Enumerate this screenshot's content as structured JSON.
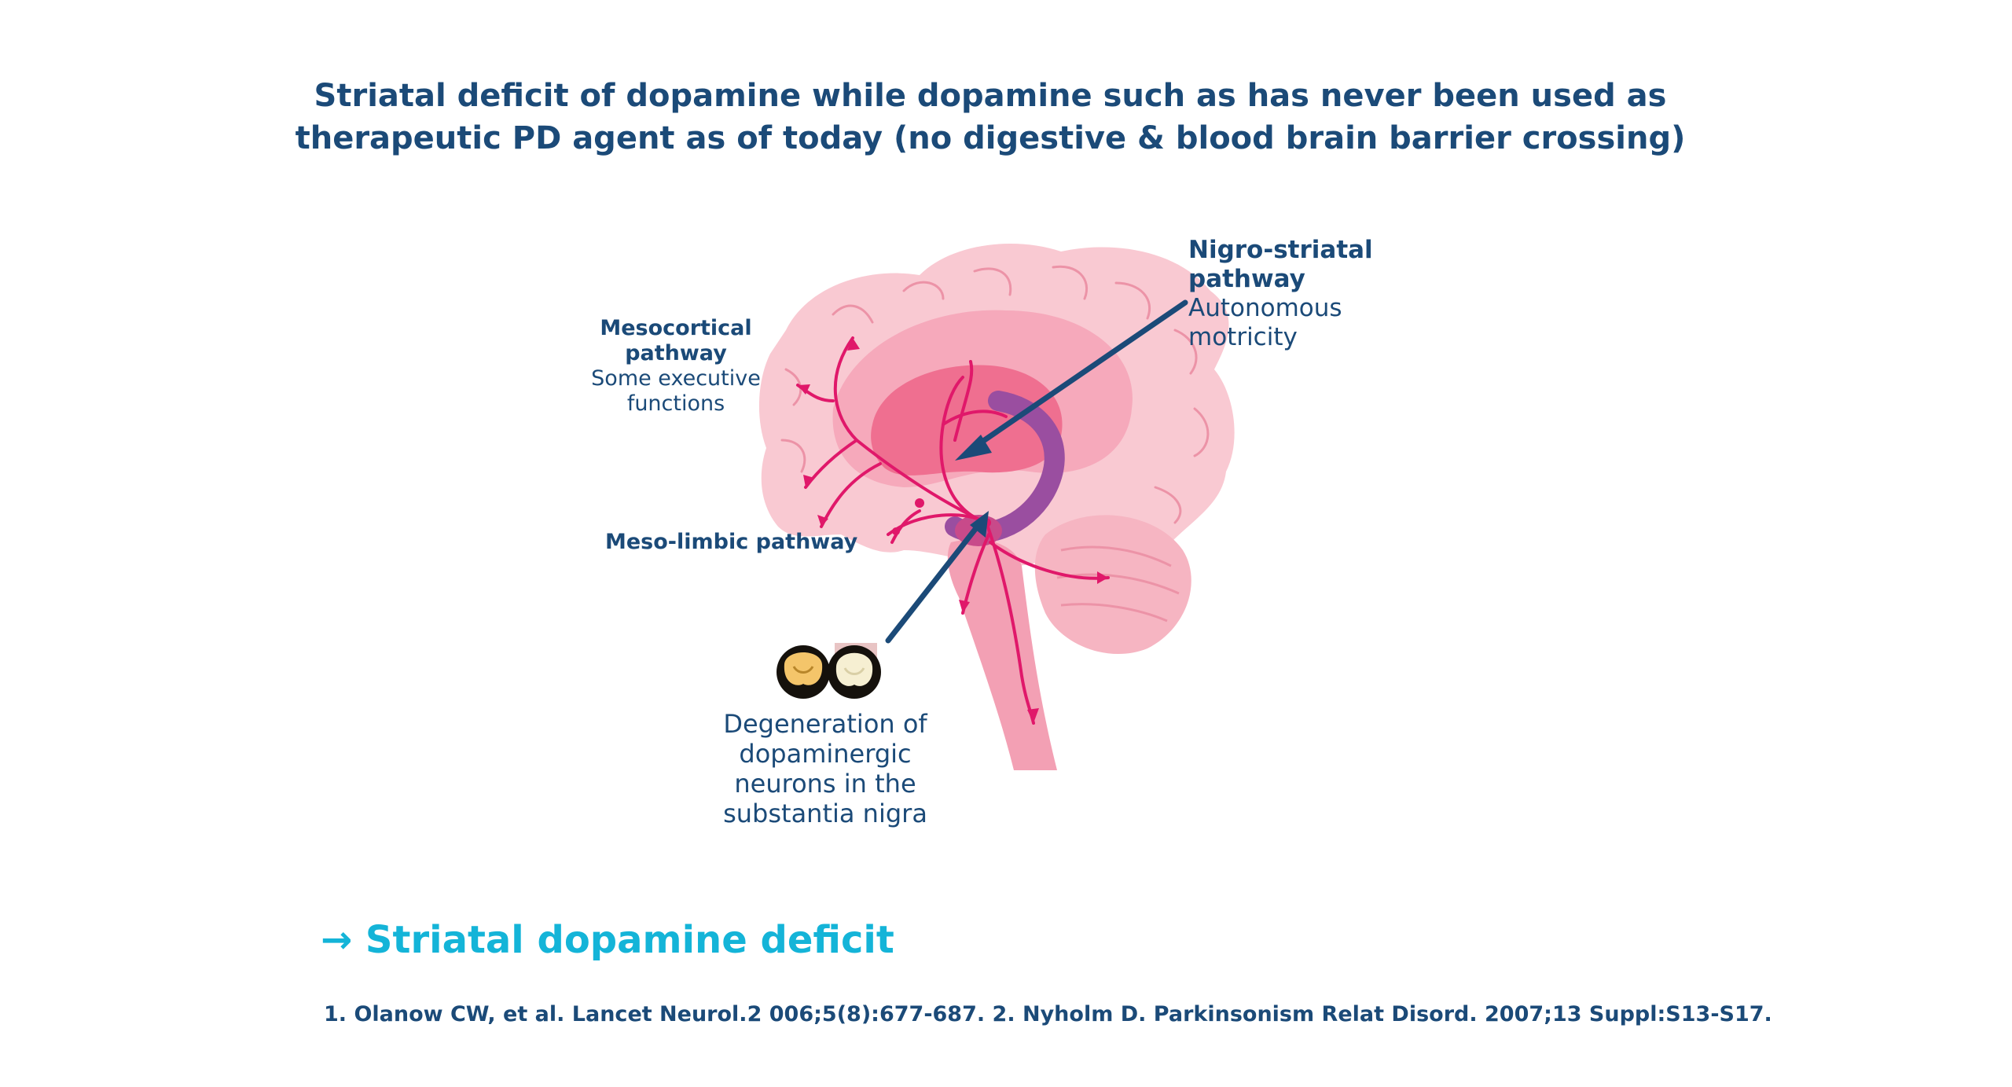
{
  "title": {
    "line1": "Striatal deficit of dopamine while dopamine such as has never been used as",
    "line2": "therapeutic PD agent as of today (no digestive & blood brain barrier crossing)"
  },
  "labels": {
    "mesocortical_title_1": "Mesocortical",
    "mesocortical_title_2": "pathway",
    "mesocortical_desc_1": "Some executive",
    "mesocortical_desc_2": "functions",
    "mesolimbic": "Meso-limbic pathway",
    "nigro_title_1": "Nigro-striatal",
    "nigro_title_2": "pathway",
    "nigro_desc_1": "Autonomous",
    "nigro_desc_2": "motricity",
    "degeneration_1": "Degeneration of",
    "degeneration_2": "dopaminergic",
    "degeneration_3": "neurons in the",
    "degeneration_4": "substantia nigra"
  },
  "conclusion": "→ Striatal dopamine deficit",
  "references": "1. Olanow CW, et al. Lancet Neurol.2 006;5(8):677-687.   2. Nyholm D. Parkinsonism Relat Disord. 2007;13 Suppl:S13-S17.",
  "colors": {
    "text": "#1b4a78",
    "accent": "#14b4d8",
    "pathway": "#e0186a",
    "arrow": "#1b4a78"
  }
}
